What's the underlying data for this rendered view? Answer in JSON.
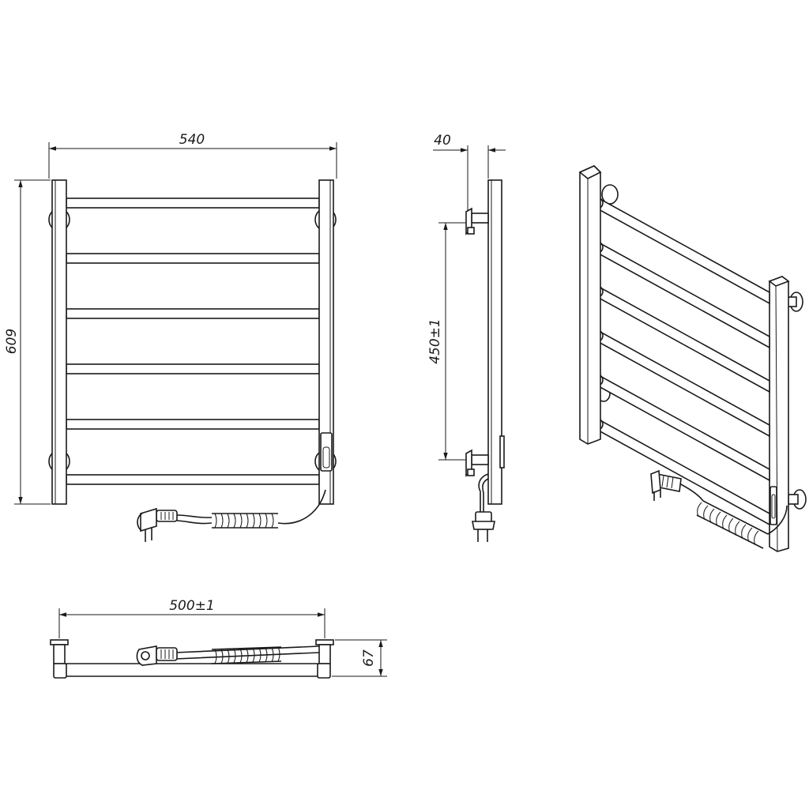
{
  "dimensions": {
    "overall_width": "540",
    "depth": "40",
    "overall_height": "609",
    "mount_vertical": "450±1",
    "mount_horizontal": "500±1",
    "wall_offset": "67"
  }
}
